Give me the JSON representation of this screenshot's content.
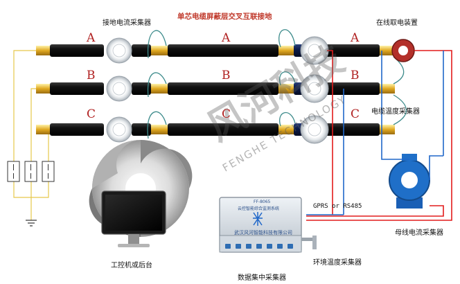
{
  "title": "单芯电缆屏蔽层交叉互联接地",
  "labels": {
    "ground_collector": "接地电流采集器",
    "online_power": "在线取电装置",
    "cable_temp": "电缆温度采集器",
    "busbar_current": "母线电流采集器",
    "gprs": "GPRS or RS485",
    "env_temp": "环境温度采集器",
    "data_center": "数据集中采集器",
    "pc": "工控机或后台"
  },
  "phases": [
    "A",
    "B",
    "C"
  ],
  "device_panel": {
    "model": "FF-8065",
    "title": "云控智能综合监测系统",
    "company": "武汉风河智能科技有限公司"
  },
  "watermark": {
    "brand": "风河科技",
    "english": "FENGHE TECHNOLOGY"
  },
  "colors": {
    "cable": "#141414",
    "ring": "#c9ced3",
    "ct_red": "#b3302a",
    "ct_blue": "#1f6fc8",
    "wire_red": "#e21b1b",
    "wire_blue": "#1f67c9",
    "wire_yellow": "#e6c84a",
    "title": "#c0392b"
  }
}
